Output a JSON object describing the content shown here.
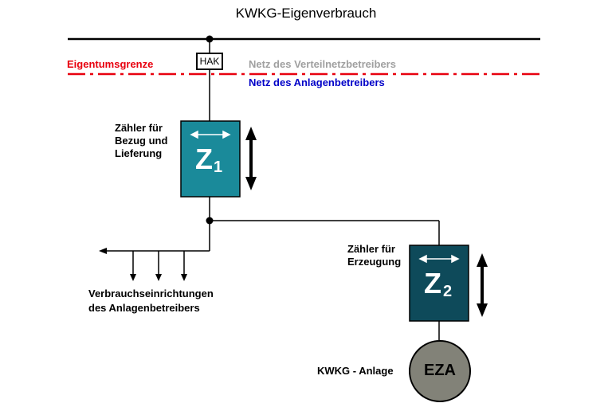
{
  "title": "KWKG-Eigenverbrauch",
  "boundary": {
    "label": "Eigentumsgrenze",
    "above": "Netz des Verteilnetzbetreibers",
    "below": "Netz des Anlagenbetreibers"
  },
  "hak": "HAK",
  "meter1": {
    "caption_lines": [
      "Zähler für",
      "Bezug und",
      "Lieferung"
    ],
    "letter": "Z",
    "index": "1"
  },
  "meter2": {
    "caption_lines": [
      "Zähler für",
      "Erzeugung"
    ],
    "letter": "Z",
    "index": "2"
  },
  "consumers": {
    "lines": [
      "Verbrauchseinrichtungen",
      "des Anlagenbetreibers"
    ]
  },
  "plant": {
    "label": "KWKG - Anlage",
    "symbol": "EZA"
  },
  "colors": {
    "boundary_red": "#e8000e",
    "above_gray": "#a0a0a0",
    "below_blue": "#0000c8",
    "meter1_fill": "#1a8a9a",
    "meter2_fill": "#0e4a5a",
    "eza_fill": "#828278"
  }
}
